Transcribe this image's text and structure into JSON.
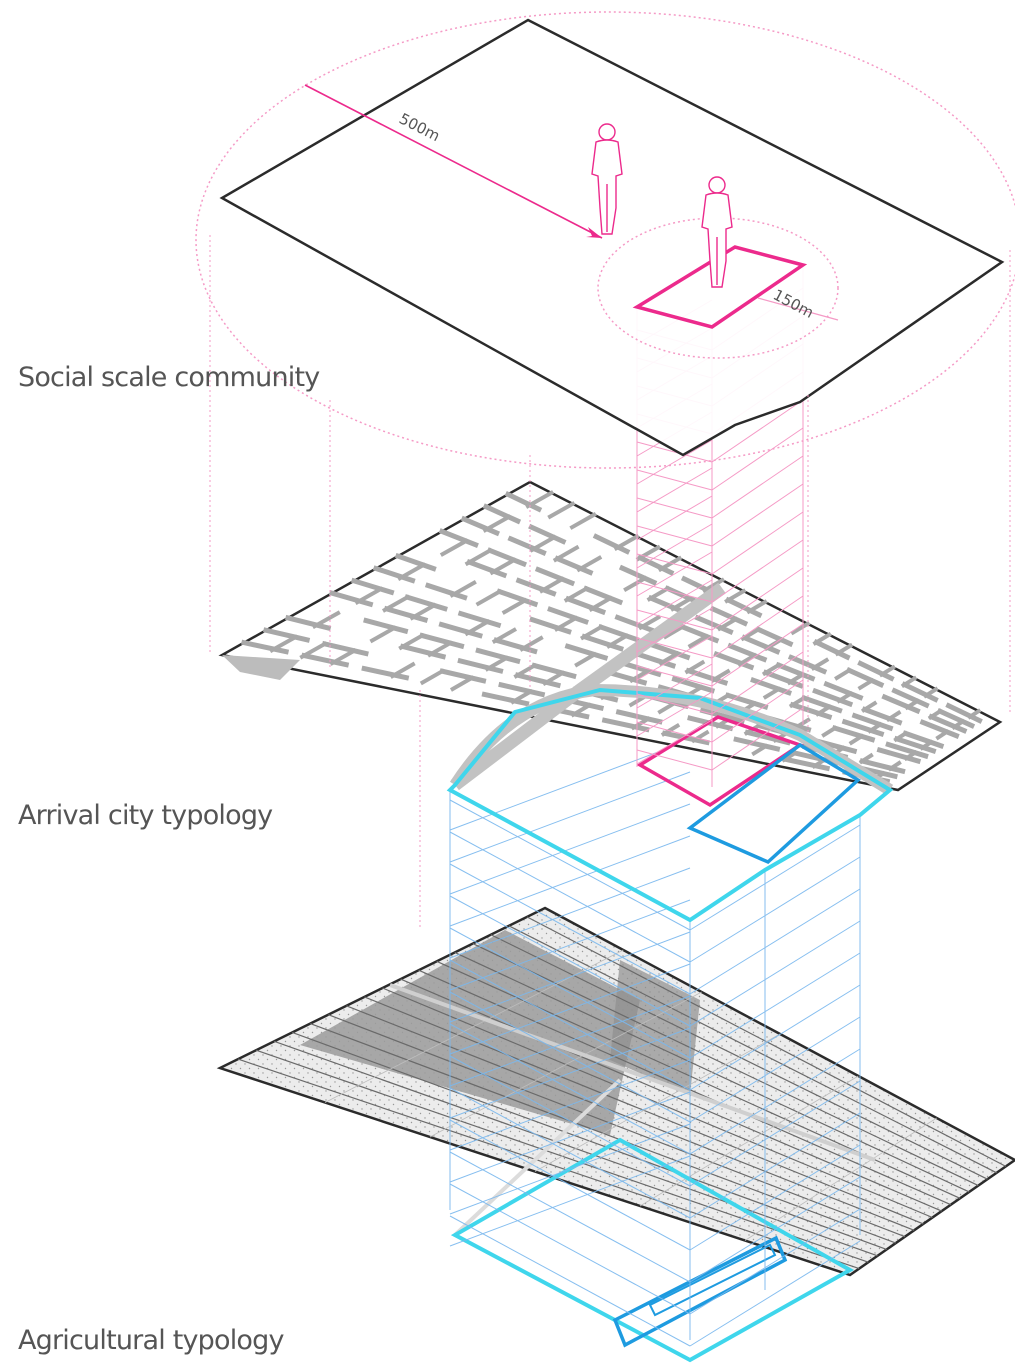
{
  "layers": [
    {
      "label": "Social scale community"
    },
    {
      "label": "Arrival city typology"
    },
    {
      "label": "Agricultural typology"
    }
  ],
  "dimensions": {
    "large_radius": "500m",
    "small_radius": "150m"
  },
  "colors": {
    "social_accent": "#ec2a8c",
    "social_light": "#f59ac6",
    "arrival_accent": "#3fd6ec",
    "agri_accent": "#1e9be0",
    "streets": "#c2c2c2",
    "ink": "#2b2b2b"
  }
}
